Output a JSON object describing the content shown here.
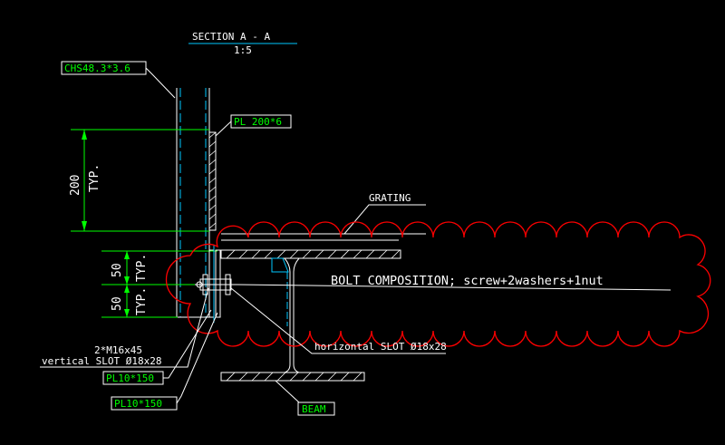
{
  "drawing": {
    "background": "#000000",
    "colors": {
      "white": "#ffffff",
      "green": "#00ff00",
      "cyan": "#00c8ff",
      "red": "#ff0000",
      "grey": "#b0b0b0"
    },
    "section_title": "SECTION  A  -  A",
    "section_scale": "1:5",
    "tags": {
      "chs": "CHS48.3*3.6",
      "pl200": "PL 200*6",
      "pl10_a": "PL10*150",
      "pl10_b": "PL10*150",
      "beam": "BEAM"
    },
    "labels": {
      "grating": "GRATING",
      "bolts": "2*M16x45",
      "vertical_slot": "vertical SLOT Ø18x28",
      "horizontal_slot": "horizontal SLOT Ø18x28",
      "bolt_composition": "BOLT COMPOSITION; screw+2washers+1nut"
    },
    "dimensions": {
      "d200_value": "200",
      "d200_note": "TYP.",
      "d50_upper_value": "50",
      "d50_upper_note": "TYP.",
      "d50_lower_value": "50",
      "d50_lower_note": "TYP."
    }
  }
}
